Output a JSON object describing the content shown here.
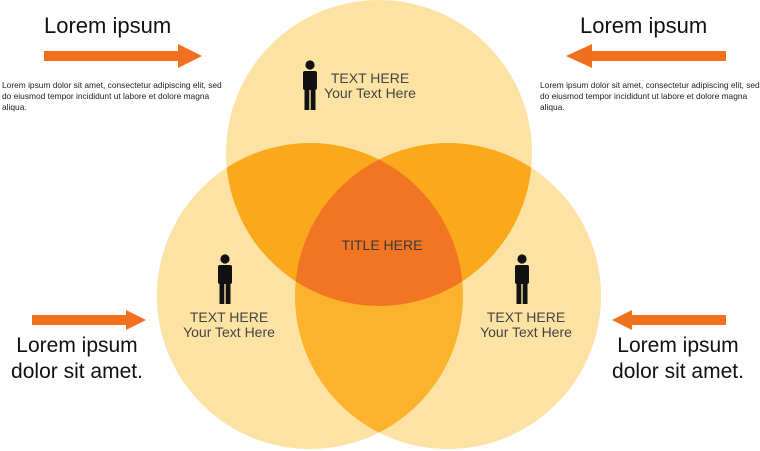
{
  "top_left": {
    "heading": "Lorem ipsum",
    "paragraph": "Lorem ipsum dolor sit amet, consectetur adipiscing elit, sed do eiusmod tempor incididunt ut labore et dolore magna aliqua."
  },
  "top_right": {
    "heading": "Lorem ipsum",
    "paragraph": "Lorem ipsum dolor sit amet, consectetur adipiscing elit, sed do eiusmod tempor incididunt ut labore et dolore magna aliqua."
  },
  "bottom_left": {
    "text": "Lorem ipsum dolor sit amet."
  },
  "bottom_right": {
    "text": "Lorem ipsum dolor sit amet."
  },
  "venn": {
    "center_title": "TITLE HERE",
    "circles": [
      {
        "line1": "TEXT HERE",
        "line2": "Your Text Here",
        "icon": "person-icon"
      },
      {
        "line1": "TEXT HERE",
        "line2": "Your Text Here",
        "icon": "person-icon"
      },
      {
        "line1": "TEXT HERE",
        "line2": "Your Text Here",
        "icon": "person-icon"
      }
    ]
  },
  "colors": {
    "circle_fill": "#fde3a3",
    "pair_overlap": "#f9a91b",
    "center_overlap": "#f27524",
    "arrow": "#f07020"
  }
}
